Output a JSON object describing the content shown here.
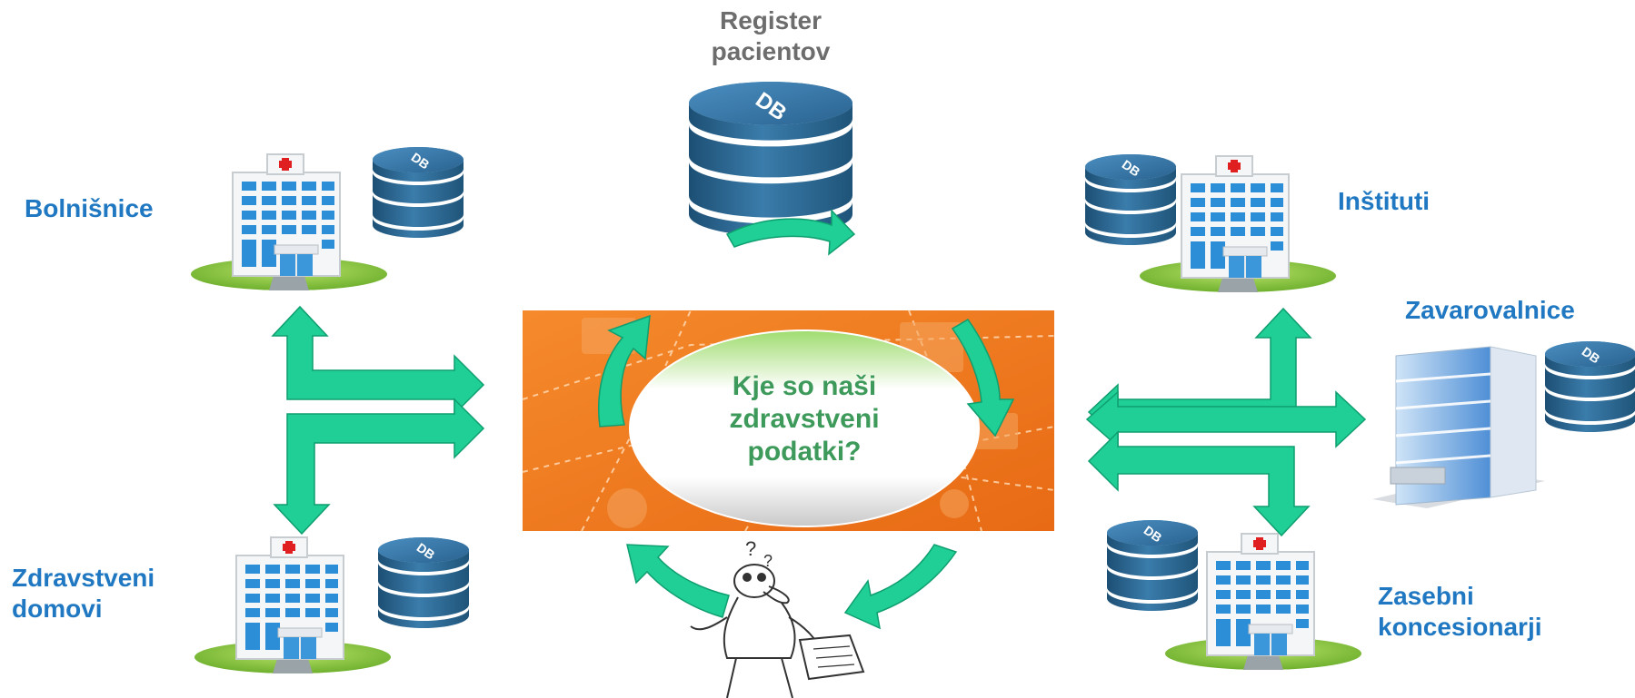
{
  "registry": {
    "line1": "Register",
    "line2": "pacientov"
  },
  "center": {
    "line1": "Kje so naši",
    "line2": "zdravstveni",
    "line3": "podatki?"
  },
  "nodes": {
    "hospitals": "Bolnišnice",
    "health_homes": {
      "line1": "Zdravstveni",
      "line2": "domovi"
    },
    "institutes": "Inštituti",
    "insurers": "Zavarovalnice",
    "private": {
      "line1": "Zasebni",
      "line2": "koncesionarji"
    }
  },
  "db_label": "DB",
  "colors": {
    "label_blue": "#1f78c1",
    "label_gray": "#6d6d6d",
    "arrow_green": "#1fcf95",
    "center_orange": "#f07a22",
    "db_blue": "#2f6b96"
  }
}
